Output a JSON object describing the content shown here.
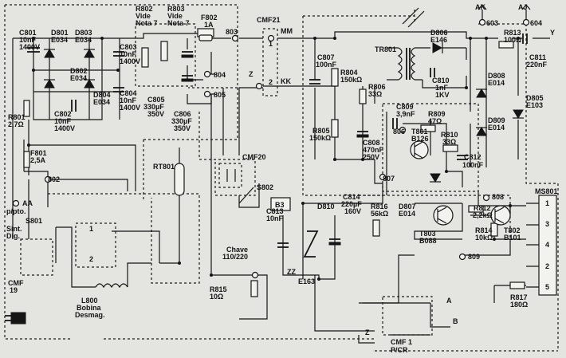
{
  "nodes": {
    "n603": "603",
    "n604": "604",
    "n803": "803",
    "n804": "804",
    "n805": "805",
    "n806": "806",
    "n807": "807",
    "n808": "808",
    "n809": "809",
    "n802": "802",
    "AK": "AK",
    "AJ": "AJ",
    "MM": "MM",
    "KK": "KK",
    "Z": "Z",
    "Z2": "Z",
    "ZZ": "ZZ",
    "Y": "Y",
    "A": "A",
    "B": "B",
    "B3": "B3",
    "AA": "AA",
    "pin1": "1",
    "pin2": "2",
    "pin1b": "1",
    "pin2b": "2"
  },
  "components": {
    "C801": [
      "C801",
      "10nF",
      "1400V"
    ],
    "D801": [
      "D801",
      "E034"
    ],
    "D803": [
      "D803",
      "E034"
    ],
    "D802": [
      "D802",
      "E034"
    ],
    "D804": [
      "D804",
      "E034"
    ],
    "C803": [
      "C803",
      "10nF",
      "1400V"
    ],
    "C804": [
      "C804",
      "10nF",
      "1400V"
    ],
    "C802": [
      "C802",
      "10nF",
      "1400V"
    ],
    "R801": [
      "R801",
      "2,7Ω"
    ],
    "F801": [
      "F801",
      "2,5A"
    ],
    "R802": [
      "R802",
      "Vide",
      "Nota 7"
    ],
    "R803": [
      "R803",
      "Vide",
      "Nota 7"
    ],
    "F802": [
      "F802",
      "1A"
    ],
    "C805": [
      "C805",
      "330µF",
      "350V"
    ],
    "C806": [
      "C806",
      "330µF",
      "350V"
    ],
    "CMF21": [
      "CMF21"
    ],
    "CMF20": [
      "CMF20"
    ],
    "C807": [
      "C807",
      "100nF"
    ],
    "R804": [
      "R804",
      "150kΩ"
    ],
    "R805": [
      "R805",
      "150kΩ"
    ],
    "R806": [
      "R806",
      "33Ω"
    ],
    "TR801": [
      "TR801"
    ],
    "C808": [
      "C808",
      "470nF",
      "250V"
    ],
    "C809": [
      "C809",
      "3,9nF"
    ],
    "R809": [
      "R809",
      "47Ω"
    ],
    "T801": [
      "T801",
      "B126"
    ],
    "R810": [
      "R810",
      "33Ω"
    ],
    "C812": [
      "C812",
      "100nF"
    ],
    "C810": [
      "C810",
      "1nF",
      "1KV"
    ],
    "D806": [
      "D806",
      "E146"
    ],
    "D808": [
      "D808",
      "E014"
    ],
    "D809": [
      "D809",
      "E014"
    ],
    "R813": [
      "R813",
      "100Ω"
    ],
    "C811": [
      "C811",
      "220nF"
    ],
    "D805": [
      "D805",
      "E103"
    ],
    "MS801": [
      "MS801"
    ],
    "RT801": [
      "RT801"
    ],
    "S802": [
      "S802"
    ],
    "Chave": [
      "Chave",
      "110/220"
    ],
    "C813": [
      "C813",
      "10nF"
    ],
    "D810": [
      "D810",
      "E163"
    ],
    "C814": [
      "C814",
      "220µF",
      "160V"
    ],
    "R815": [
      "R815",
      "10Ω"
    ],
    "R816": [
      "R816",
      "56kΩ"
    ],
    "D807": [
      "D807",
      "E014"
    ],
    "T803": [
      "T803",
      "B088"
    ],
    "R812": [
      "R812",
      "2,2kΩ"
    ],
    "R814": [
      "R814",
      "10kΩ"
    ],
    "T802": [
      "T802",
      "B101"
    ],
    "R817": [
      "R817",
      "180Ω"
    ],
    "S801": [
      "S801"
    ],
    "PPTO": [
      "p/pto.",
      "Sint.",
      "Dig."
    ],
    "CMF19": [
      "CMF",
      "19"
    ],
    "L800": [
      "L800",
      "Bobina",
      "Desmag."
    ],
    "CMF1": [
      "CMF 1",
      "P/CR"
    ]
  },
  "ms_pins": [
    "1",
    "2",
    "3",
    "4",
    "5"
  ]
}
